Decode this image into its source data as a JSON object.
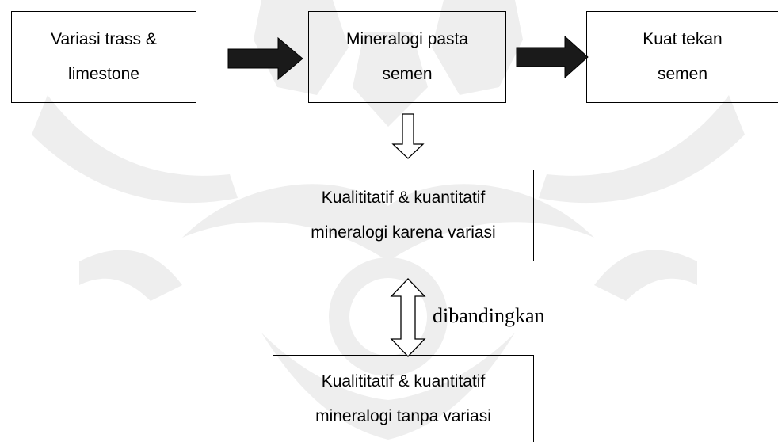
{
  "boxes": {
    "variasi": {
      "line1": "Variasi trass &",
      "line2": "limestone"
    },
    "mineralogi_pasta": {
      "line1": "Mineralogi pasta",
      "line2": "semen"
    },
    "kuat_tekan": {
      "line1": "Kuat tekan",
      "line2": "semen"
    },
    "karena_variasi": {
      "line1": "Kualititatif & kuantitatif",
      "line2": "mineralogi karena variasi"
    },
    "tanpa_variasi": {
      "line1": "Kualititatif & kuantitatif",
      "line2": "mineralogi tanpa variasi"
    }
  },
  "compare_label": "dibandingkan",
  "colors": {
    "watermark": "#eeeeee",
    "stroke": "#000000",
    "arrow_fill": "#1a1a1a"
  }
}
